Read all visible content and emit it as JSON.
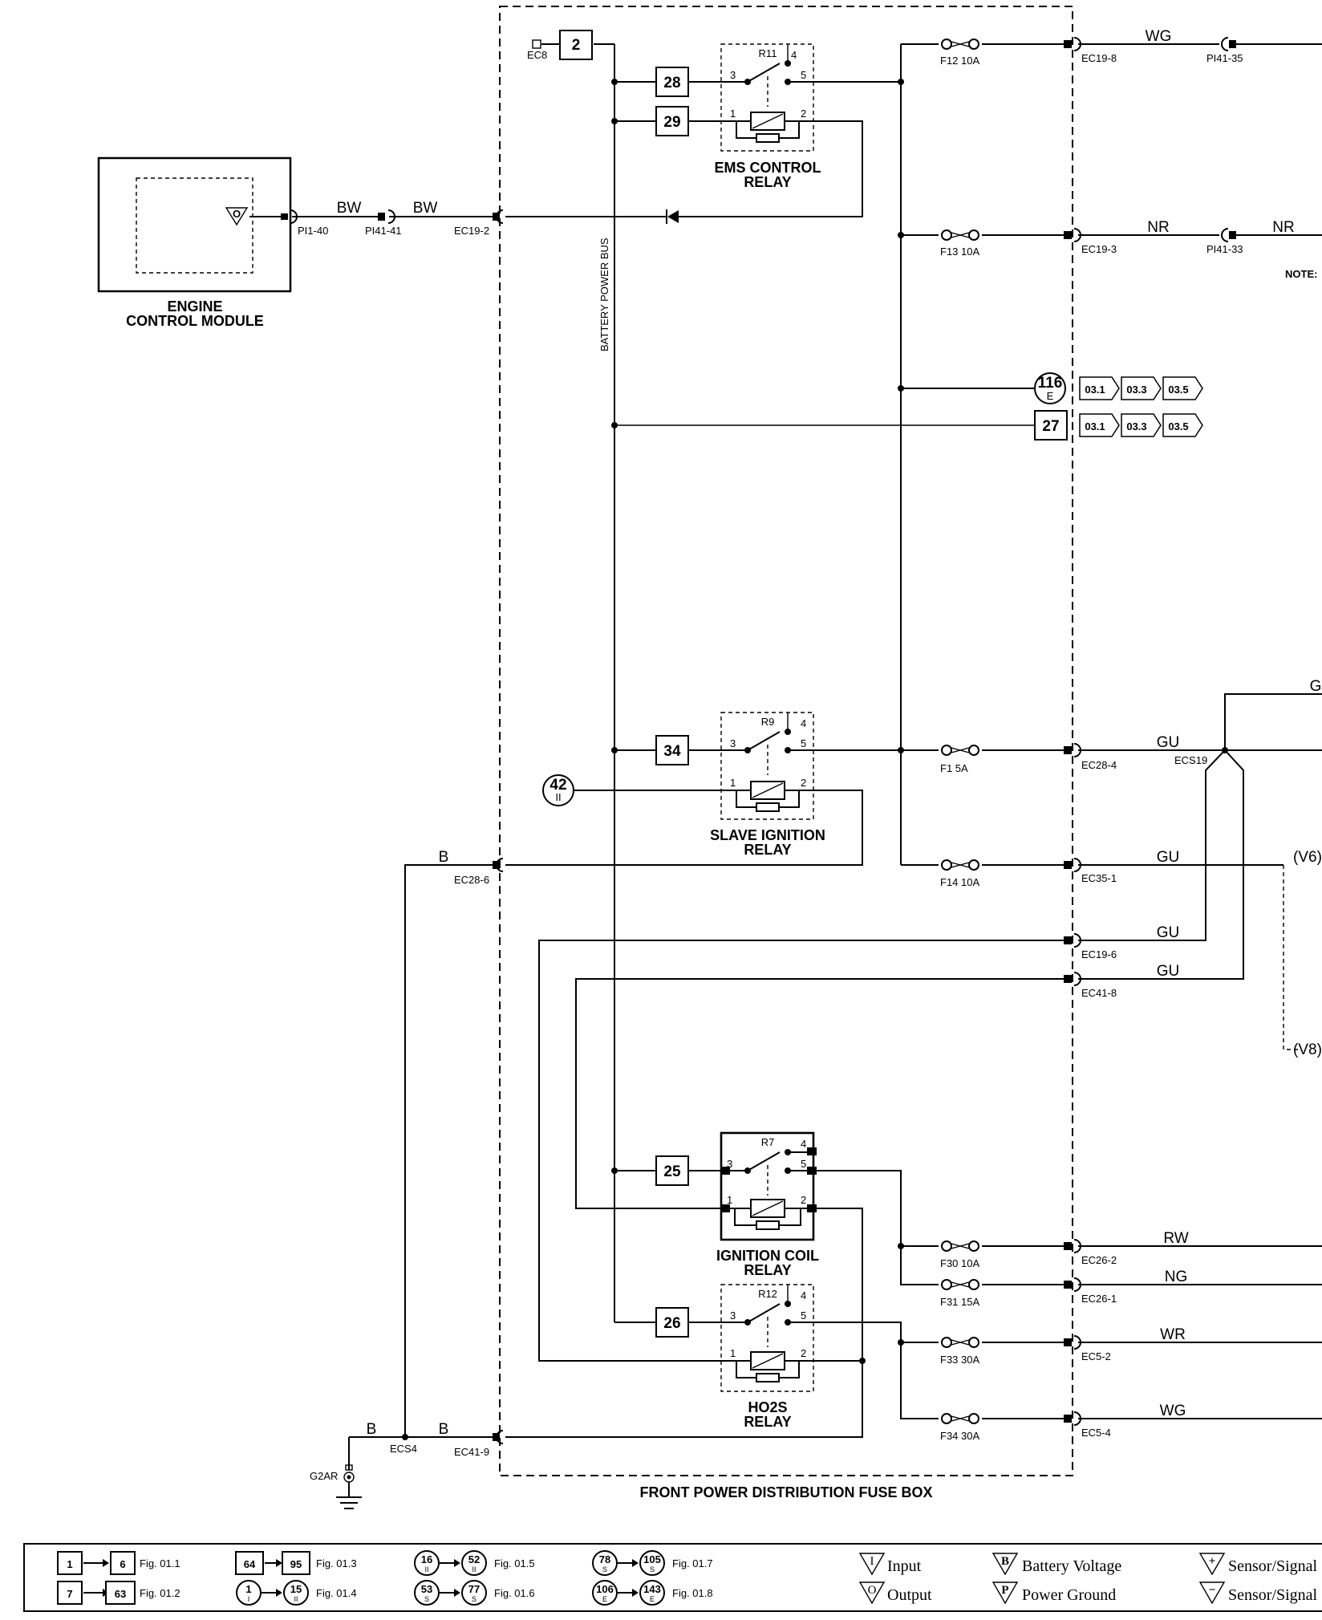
{
  "components": {
    "ecm_title": [
      "ENGINE",
      "CONTROL MODULE"
    ],
    "fuse_box_title": "FRONT POWER DISTRIBUTION FUSE BOX",
    "battery_bus": "BATTERY POWER BUS",
    "ems_relay": {
      "id": "R11",
      "title": [
        "EMS CONTROL",
        "RELAY"
      ]
    },
    "slave_relay": {
      "id": "R9",
      "title": [
        "SLAVE IGNITION",
        "RELAY"
      ]
    },
    "coil_relay": {
      "id": "R7",
      "title": [
        "IGNITION COIL",
        "RELAY"
      ]
    },
    "ho2s_relay": {
      "id": "R12",
      "title": [
        "HO2S",
        "RELAY"
      ]
    },
    "ecm_pin_symbol": "O"
  },
  "connectors": {
    "ec8": "EC8",
    "pi1_40": "PI1-40",
    "pi41_41": "PI41-41",
    "ec19_2": "EC19-2",
    "ec19_8": "EC19-8",
    "pi41_35": "PI41-35",
    "ec19_3": "EC19-3",
    "pi41_33": "PI41-33",
    "ec28_4": "EC28-4",
    "ecs19": "ECS19",
    "ec28_6": "EC28-6",
    "ec35_1": "EC35-1",
    "ec19_6": "EC19-6",
    "ec41_8": "EC41-8",
    "ec26_2": "EC26-2",
    "ec26_1": "EC26-1",
    "ec5_2": "EC5-2",
    "ec5_4": "EC5-4",
    "ec41_9": "EC41-9",
    "ecs4": "ECS4",
    "g2ar": "G2AR"
  },
  "fuses": {
    "f12": "F12 10A",
    "f13": "F13 10A",
    "f1": "F1 5A",
    "f14": "F14 10A",
    "f30": "F30 10A",
    "f31": "F31 15A",
    "f33": "F33 30A",
    "f34": "F34 30A"
  },
  "wires": {
    "bw1": "BW",
    "bw2": "BW",
    "wg1": "WG",
    "nr1": "NR",
    "nr2": "NR",
    "g_top": "G",
    "gu1": "GU",
    "gu2": "GU",
    "gu3": "GU",
    "gu4": "GU",
    "b1": "B",
    "b2": "B",
    "b3": "B",
    "rw": "RW",
    "ng": "NG",
    "wr": "WR",
    "wg2": "WG"
  },
  "refs": {
    "r2": "2",
    "r28": "28",
    "r29": "29",
    "r34": "34",
    "r25": "25",
    "r26": "26",
    "r27": "27",
    "c116": "116",
    "c116_sub": "E",
    "c42": "42",
    "c42_sub": "II",
    "tag_a1": "03.1",
    "tag_a2": "03.3",
    "tag_a3": "03.5",
    "tag_b1": "03.1",
    "tag_b2": "03.3",
    "tag_b3": "03.5"
  },
  "notes": {
    "note": "NOTE:",
    "v6": "(V6)",
    "v8": "(V8)"
  },
  "legend": {
    "r1a": "1",
    "r1b": "6",
    "r1f": "Fig. 01.1",
    "r2a": "7",
    "r2b": "63",
    "r2f": "Fig. 01.2",
    "r3a": "64",
    "r3b": "95",
    "r3f": "Fig. 01.3",
    "r4a": "1",
    "r4as": "I",
    "r4b": "15",
    "r4bs": "II",
    "r4f": "Fig. 01.4",
    "r5a": "16",
    "r5as": "II",
    "r5b": "52",
    "r5bs": "II",
    "r5f": "Fig. 01.5",
    "r6a": "53",
    "r6as": "S",
    "r6b": "77",
    "r6bs": "S",
    "r6f": "Fig. 01.6",
    "r7a": "78",
    "r7as": "S",
    "r7b": "105",
    "r7bs": "S",
    "r7f": "Fig. 01.7",
    "r8a": "106",
    "r8as": "E",
    "r8b": "143",
    "r8bs": "E",
    "r8f": "Fig. 01.8",
    "in_sym": "I",
    "input": "Input",
    "out_sym": "O",
    "output": "Output",
    "bv_sym": "B",
    "battery_voltage": "Battery Voltage",
    "pg_sym": "P",
    "power_ground": "Power Ground",
    "sp_sym": "+",
    "sensor_pos": "Sensor/Signal",
    "sn_sym": "−",
    "sensor_neg": "Sensor/Signal"
  }
}
